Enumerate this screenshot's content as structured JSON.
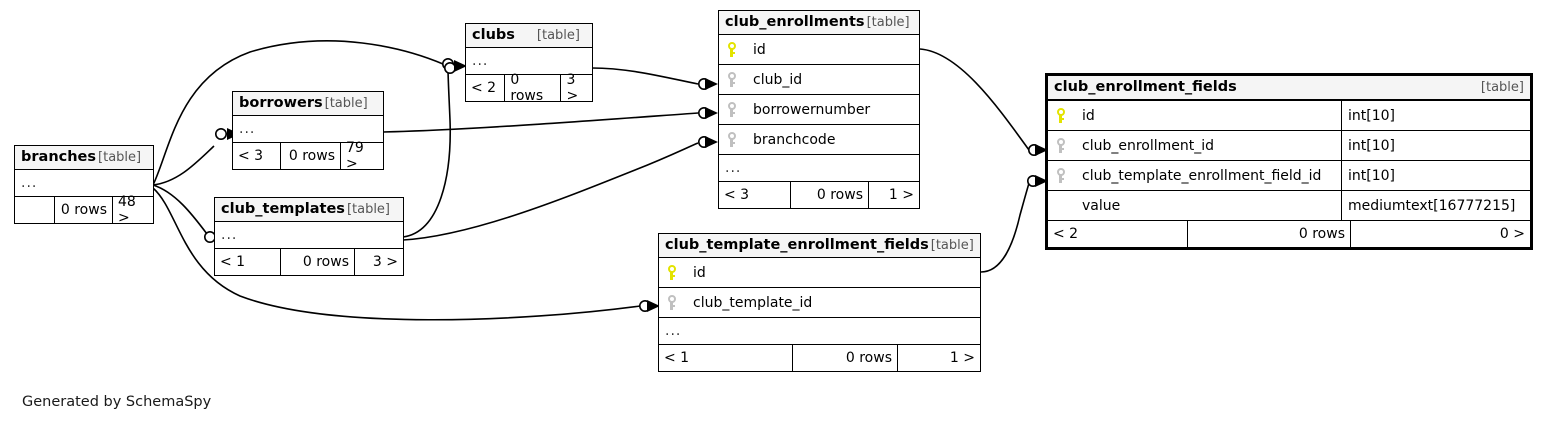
{
  "diagram": {
    "title": "SchemaSpy relationships diagram",
    "credit": "Generated by SchemaSpy",
    "table_tag": "[table]",
    "ellipsis": "...",
    "rows_label": "0 rows"
  },
  "legend": {
    "primary_key_icon": "key-icon-primary",
    "primary_key_color": "#e3e300",
    "foreign_key_icon": "key-icon-foreign",
    "foreign_key_color": "#c0c0c0",
    "header_fill": "#f5f5f5",
    "border_color": "#000000",
    "background": "#ffffff"
  },
  "tables": {
    "branches": {
      "name": "branches",
      "tag": "[table]",
      "columns_hidden": "...",
      "footer": {
        "left": "",
        "middle": "0 rows",
        "right": "48 >"
      }
    },
    "borrowers": {
      "name": "borrowers",
      "tag": "[table]",
      "columns_hidden": "...",
      "footer": {
        "left": "< 3",
        "middle": "0 rows",
        "right": "79 >"
      }
    },
    "club_templates": {
      "name": "club_templates",
      "tag": "[table]",
      "columns_hidden": "...",
      "footer": {
        "left": "< 1",
        "middle": "0 rows",
        "right": "3 >"
      }
    },
    "clubs": {
      "name": "clubs",
      "tag": "[table]",
      "columns_hidden": "...",
      "footer": {
        "left": "< 2",
        "middle": "0 rows",
        "right": "3 >"
      }
    },
    "club_enrollments": {
      "name": "club_enrollments",
      "tag": "[table]",
      "columns": [
        {
          "name": "id",
          "key": "primary"
        },
        {
          "name": "club_id",
          "key": "foreign"
        },
        {
          "name": "borrowernumber",
          "key": "foreign"
        },
        {
          "name": "branchcode",
          "key": "foreign"
        }
      ],
      "columns_hidden": "...",
      "footer": {
        "left": "< 3",
        "middle": "0 rows",
        "right": "1 >"
      }
    },
    "club_template_enrollment_fields": {
      "name": "club_template_enrollment_fields",
      "tag": "[table]",
      "columns": [
        {
          "name": "id",
          "key": "primary"
        },
        {
          "name": "club_template_id",
          "key": "foreign"
        }
      ],
      "columns_hidden": "...",
      "footer": {
        "left": "< 1",
        "middle": "0 rows",
        "right": "1 >"
      }
    },
    "club_enrollment_fields": {
      "name": "club_enrollment_fields",
      "tag": "[table]",
      "focal": true,
      "columns": [
        {
          "name": "id",
          "key": "primary",
          "type": "int[10]"
        },
        {
          "name": "club_enrollment_id",
          "key": "foreign",
          "type": "int[10]"
        },
        {
          "name": "club_template_enrollment_field_id",
          "key": "foreign",
          "type": "int[10]"
        },
        {
          "name": "value",
          "key": "none",
          "type": "mediumtext[16777215]"
        }
      ],
      "footer": {
        "left": "< 2",
        "middle": "0 rows",
        "right": "0 >"
      }
    }
  },
  "relationships": [
    {
      "from": "clubs",
      "to": "club_enrollments.club_id"
    },
    {
      "from": "borrowers",
      "to": "club_enrollments.borrowernumber"
    },
    {
      "from": "branches",
      "to": "club_enrollments.branchcode"
    },
    {
      "from": "branches",
      "to": "borrowers"
    },
    {
      "from": "branches",
      "to": "clubs"
    },
    {
      "from": "club_templates",
      "to": "clubs"
    },
    {
      "from": "branches",
      "to": "club_templates"
    },
    {
      "from": "club_templates",
      "to": "club_enrollments"
    },
    {
      "from": "branches",
      "to": "club_template_enrollment_fields.club_template_id"
    },
    {
      "from": "club_enrollments",
      "to": "club_enrollment_fields.club_enrollment_id"
    },
    {
      "from": "club_template_enrollment_fields",
      "to": "club_enrollment_fields.club_template_enrollment_field_id"
    }
  ]
}
